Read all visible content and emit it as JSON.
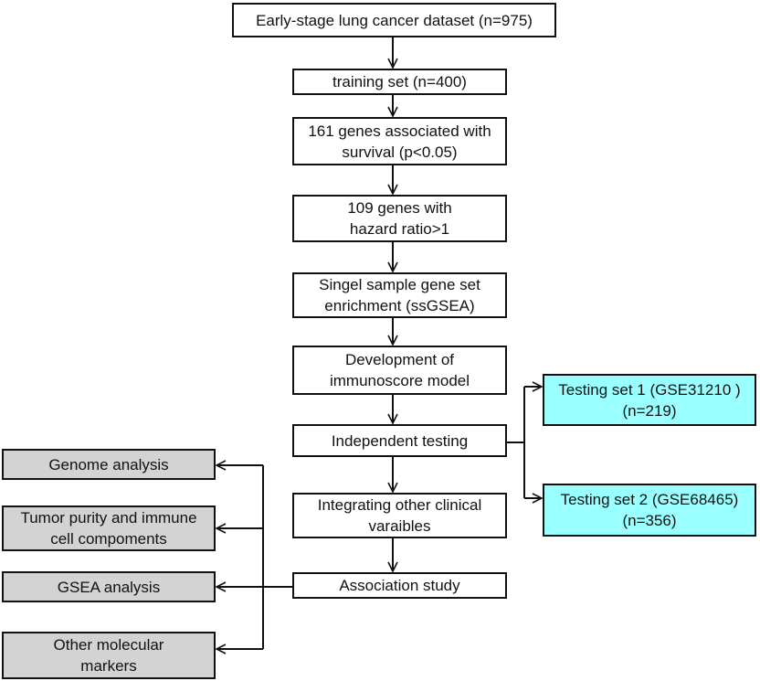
{
  "main_flow": {
    "dataset": "Early-stage lung cancer dataset (n=975)",
    "training_set": "training set (n=400)",
    "genes_survival": "161 genes associated with\nsurvival (p<0.05)",
    "genes_hazard": "109 genes with\nhazard ratio>1",
    "ssgsea": "Singel sample gene set\nenrichment (ssGSEA)",
    "immunoscore_model": "Development of\nimmunoscore model",
    "independent_testing": "Independent testing",
    "integrating_clinical": "Integrating other clinical\nvaraibles",
    "association_study": "Association study"
  },
  "testing_sets": {
    "set1": "Testing set 1 (GSE31210 )\n(n=219)",
    "set2": "Testing set 2 (GSE68465)\n(n=356)"
  },
  "association_outputs": {
    "genome": "Genome analysis",
    "tumor_purity": "Tumor purity and immune\ncell compoments",
    "gsea": "GSEA analysis",
    "other_markers": "Other molecular\nmarkers"
  },
  "colors": {
    "testing_fill": "#99ffff",
    "output_fill": "#d3d3d3",
    "main_fill": "#ffffff",
    "stroke": "#111111"
  }
}
